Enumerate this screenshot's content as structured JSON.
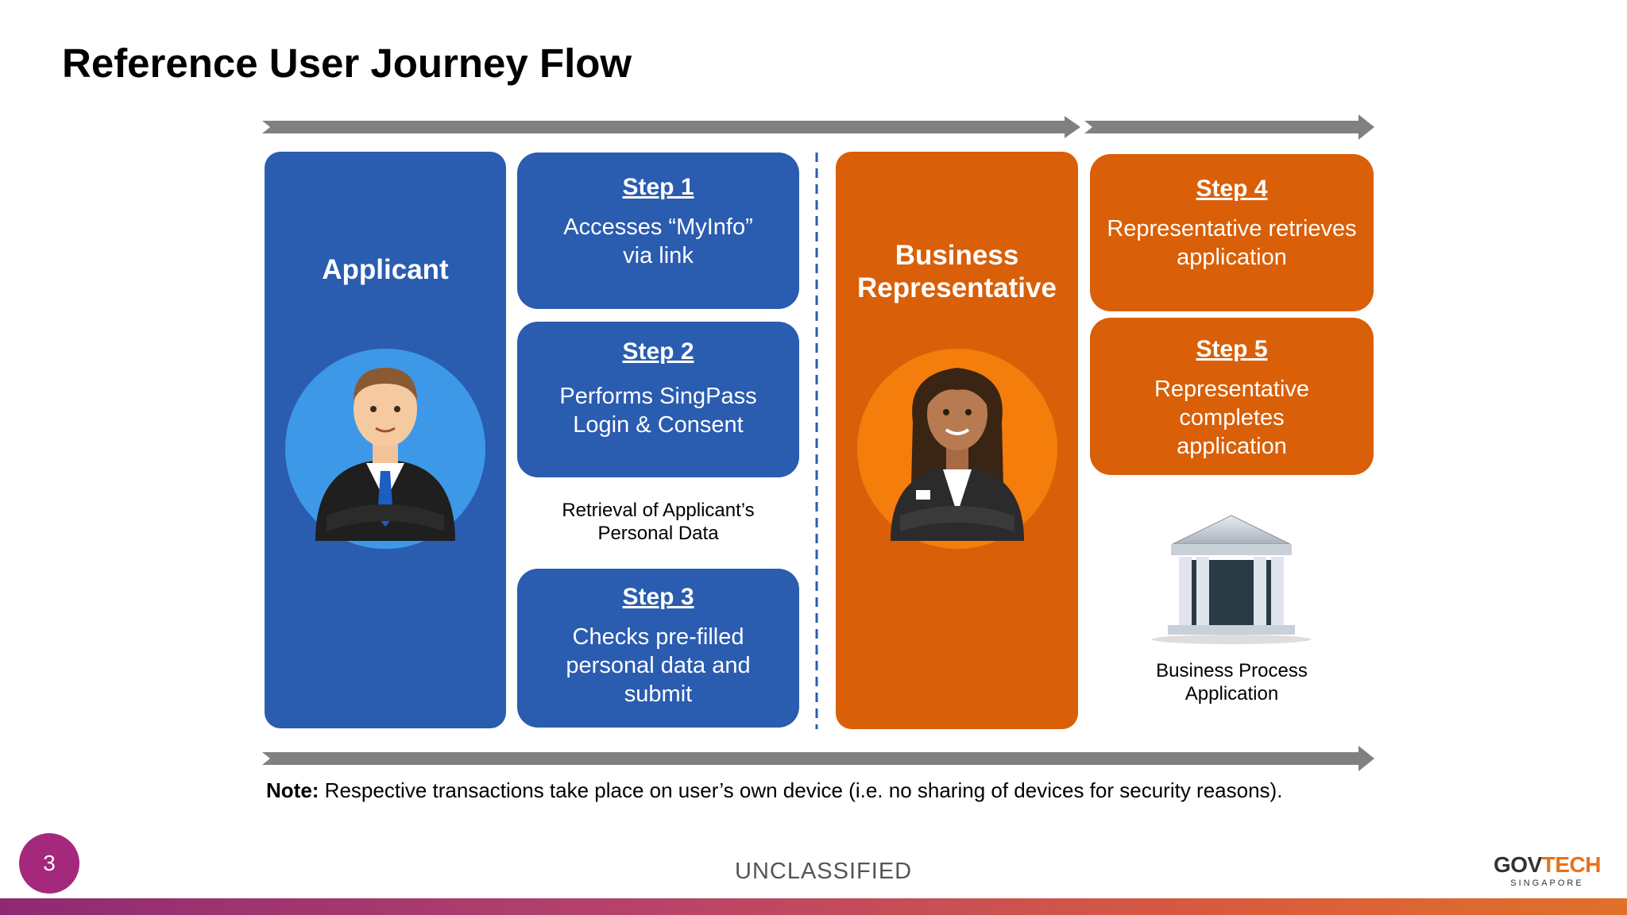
{
  "title": "Reference User Journey Flow",
  "applicant": {
    "title": "Applicant"
  },
  "business_rep": {
    "title_line1": "Business",
    "title_line2": "Representative"
  },
  "steps": [
    {
      "label": "Step 1",
      "desc_line1": "Accesses “MyInfo”",
      "desc_line2": "via link"
    },
    {
      "label": "Step 2",
      "desc_line1": "Performs SingPass",
      "desc_line2": "Login & Consent"
    },
    {
      "label": "Step 3",
      "desc_line1": "Checks pre-filled",
      "desc_line2": "personal data and",
      "desc_line3": "submit"
    },
    {
      "label": "Step 4",
      "desc_line1": "Representative retrieves",
      "desc_line2": "application"
    },
    {
      "label": "Step 5",
      "desc_line1": "Representative",
      "desc_line2": "completes",
      "desc_line3": "application"
    }
  ],
  "retrieval_caption": {
    "line1": "Retrieval of Applicant’s",
    "line2": "Personal Data"
  },
  "bank_caption": {
    "line1": "Business Process",
    "line2": "Application"
  },
  "note": {
    "label": "Note:",
    "text": "Respective transactions take place on user’s own device (i.e. no sharing of devices for security reasons)."
  },
  "footer": {
    "page_number": "3",
    "classification": "UNCLASSIFIED",
    "logo_gov": "GOV",
    "logo_tech": "TECH",
    "logo_sub": "SINGAPORE"
  },
  "colors": {
    "blue": "#2a5cb0",
    "orange": "#d95f08",
    "arrow_gray": "#808080",
    "badge": "#a4287c",
    "logo_gov": "#333333",
    "logo_tech": "#e8711c"
  },
  "icons": [
    "applicant-avatar-icon",
    "business-representative-avatar-icon",
    "bank-building-icon"
  ]
}
